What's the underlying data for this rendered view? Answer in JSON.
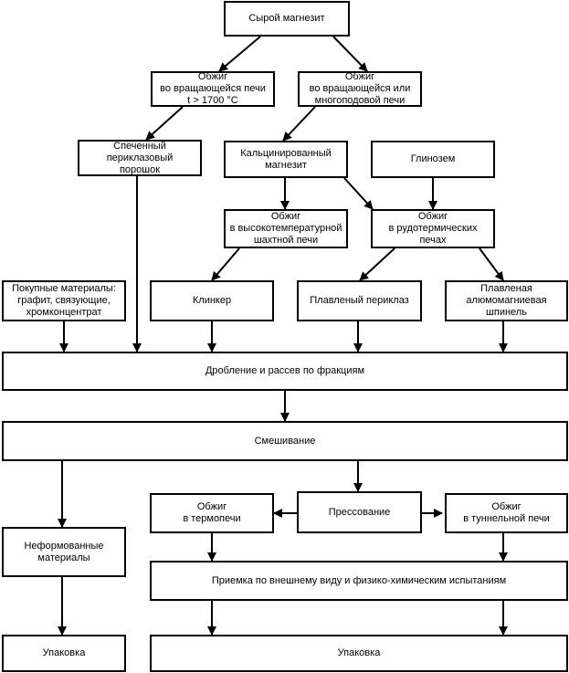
{
  "nodes": {
    "raw": "Сырой магнезит",
    "firing1_l1": "Обжиг",
    "firing1_l2": "во вращающейся печи",
    "firing1_l3": "t > 1700 °С",
    "firing2_l1": "Обжиг",
    "firing2_l2": "во вращающейся или",
    "firing2_l3": "многоподовой печи",
    "sintered_l1": "Спеченный",
    "sintered_l2": "периклазовый",
    "sintered_l3": "порошок",
    "calcined_l1": "Кальцинированный",
    "calcined_l2": "магнезит",
    "alumina": "Глинозем",
    "shaft_l1": "Обжиг",
    "shaft_l2": "в высокотемпературной",
    "shaft_l3": "шахтной печи",
    "ore_l1": "Обжиг",
    "ore_l2": "в рудотермических",
    "ore_l3": "печах",
    "purchased_l1": "Покупные материалы:",
    "purchased_l2": "графит, связующие,",
    "purchased_l3": "хромконцентрат",
    "clinker": "Клинкер",
    "fused_periclase": "Плавленый периклаз",
    "spinel_l1": "Плавленая",
    "spinel_l2": "алюмомагниевая",
    "spinel_l3": "шпинель",
    "crushing": "Дробление и рассев по фракциям",
    "mixing": "Смешивание",
    "thermo_l1": "Обжиг",
    "thermo_l2": "в термопечи",
    "pressing": "Прессование",
    "tunnel_l1": "Обжиг",
    "tunnel_l2": "в туннельной печи",
    "unshaped_l1": "Неформованные",
    "unshaped_l2": "материалы",
    "inspection": "Приемка по внешнему виду и физико-химическим испытаниям",
    "packing_left": "Упаковка",
    "packing_right": "Упаковка"
  }
}
